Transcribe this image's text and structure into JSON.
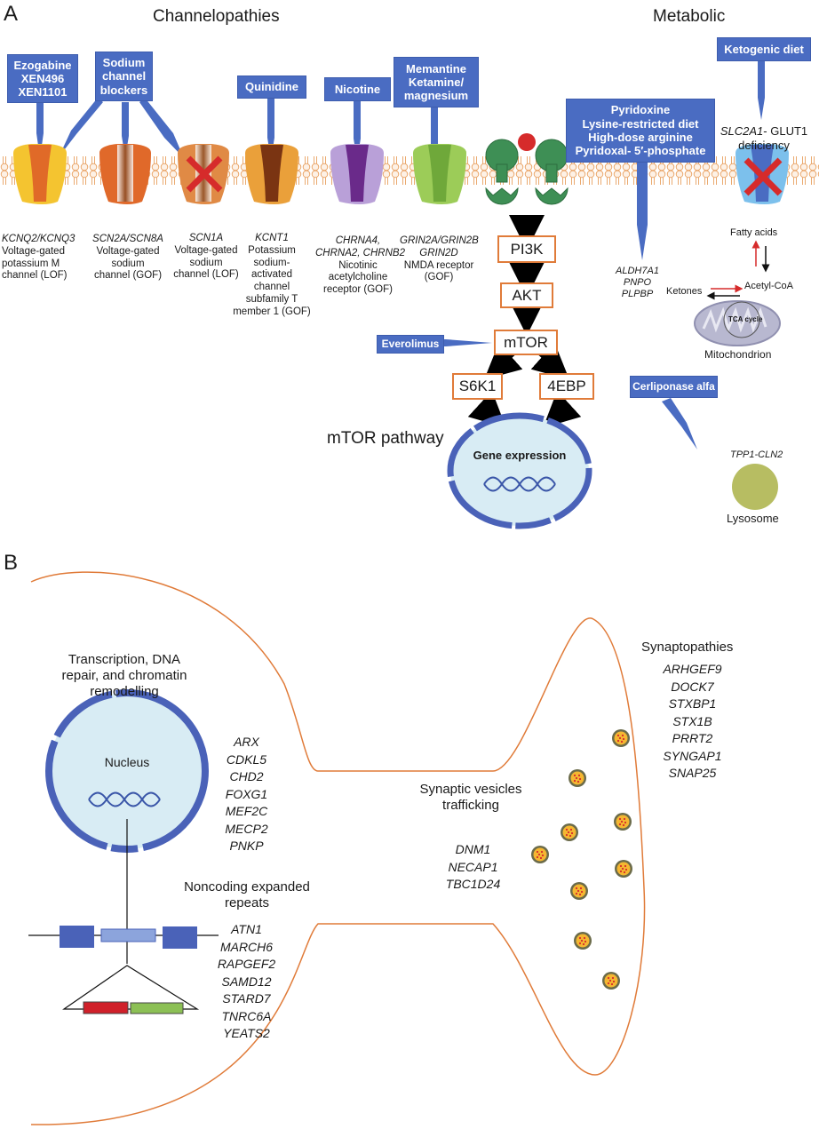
{
  "panel_a": {
    "label": "A",
    "sections": {
      "channelopathies": "Channelopathies",
      "metabolic": "Metabolic",
      "mtor": "mTOR pathway"
    },
    "drugs": {
      "ezogabine": [
        "Ezogabine",
        "XEN496",
        "XEN1101"
      ],
      "sodium_blockers": [
        "Sodium",
        "channel",
        "blockers"
      ],
      "quinidine": "Quinidine",
      "nicotine": "Nicotine",
      "memantine": [
        "Memantine",
        "Ketamine/",
        "magnesium"
      ],
      "pyridoxine": [
        "Pyridoxine",
        "Lysine-restricted diet",
        "High-dose arginine",
        "Pyridoxal- 5′-phosphate"
      ],
      "ketogenic": "Ketogenic diet",
      "everolimus": "Everolimus",
      "cerliponase": "Cerliponase alfa"
    },
    "channels": [
      {
        "gene": "KCNQ2/KCNQ3",
        "desc": [
          "Voltage-gated",
          "potassium M",
          "channel (LOF)"
        ]
      },
      {
        "gene": "SCN2A/SCN8A",
        "desc": [
          "Voltage-gated",
          "sodium",
          "channel (GOF)"
        ]
      },
      {
        "gene": "SCN1A",
        "desc": [
          "Voltage-gated",
          "sodium",
          "channel (LOF)"
        ]
      },
      {
        "gene": "KCNT1",
        "desc": [
          "Potassium",
          "sodium-",
          "activated",
          "channel",
          "subfamily T",
          "member 1 (GOF)"
        ]
      },
      {
        "gene": "CHRNA4, CHRNA2, CHRNB2",
        "gene_lines": [
          "CHRNA4,",
          "CHRNA2, CHRNB2"
        ],
        "desc": [
          "Nicotinic",
          "acetylcholine",
          "receptor (GOF)"
        ]
      },
      {
        "gene": "GRIN2A/GRIN2B GRIN2D",
        "gene_lines": [
          "GRIN2A/GRIN2B",
          "GRIN2D"
        ],
        "desc": [
          "NMDA receptor",
          "(GOF)"
        ]
      }
    ],
    "mtor_nodes": [
      "PI3K",
      "AKT",
      "mTOR",
      "S6K1",
      "4EBP"
    ],
    "gene_expression": "Gene expression",
    "pyridoxine_genes": [
      "ALDH7A1",
      "PNPO",
      "PLPBP"
    ],
    "glut1": {
      "gene": "SLC2A1",
      "rest": "- GLUT1",
      "line2": "deficiency"
    },
    "metabolism": {
      "fatty_acids": "Fatty acids",
      "ketones": "Ketones",
      "acetyl_coa": "Acetyl-CoA",
      "tca": "TCA cycle",
      "mitochondrion": "Mitochondrion"
    },
    "lysosome": {
      "gene": "TPP1-CLN2",
      "label": "Lysosome"
    }
  },
  "panel_b": {
    "label": "B",
    "transcription_heading": [
      "Transcription, DNA",
      "repair, and chromatin",
      "remodelling"
    ],
    "nucleus": "Nucleus",
    "transcription_genes": [
      "ARX",
      "CDKL5",
      "CHD2",
      "FOXG1",
      "MEF2C",
      "MECP2",
      "PNKP"
    ],
    "noncoding_heading": [
      "Noncoding expanded",
      "repeats"
    ],
    "noncoding_genes": [
      "ATN1",
      "MARCH6",
      "RAPGEF2",
      "SAMD12",
      "STARD7",
      "TNRC6A",
      "YEATS2"
    ],
    "vesicle_heading": [
      "Synaptic vesicles",
      "trafficking"
    ],
    "vesicle_genes": [
      "DNM1",
      "NECAP1",
      "TBC1D24"
    ],
    "synapto_heading": "Synaptopathies",
    "synapto_genes": [
      "ARHGEF9",
      "DOCK7",
      "STXBP1",
      "STX1B",
      "PRRT2",
      "SYNGAP1",
      "SNAP25"
    ]
  },
  "colors": {
    "drug_blue": "#4a6cc2",
    "membrane_orange": "#e8a060",
    "node_border": "#e07b39",
    "cell_outline": "#e07b39",
    "nucleus_fill": "#d8ecf4",
    "nucleus_ring": "#4a62b8",
    "inhibit_red": "#d62b2b"
  }
}
